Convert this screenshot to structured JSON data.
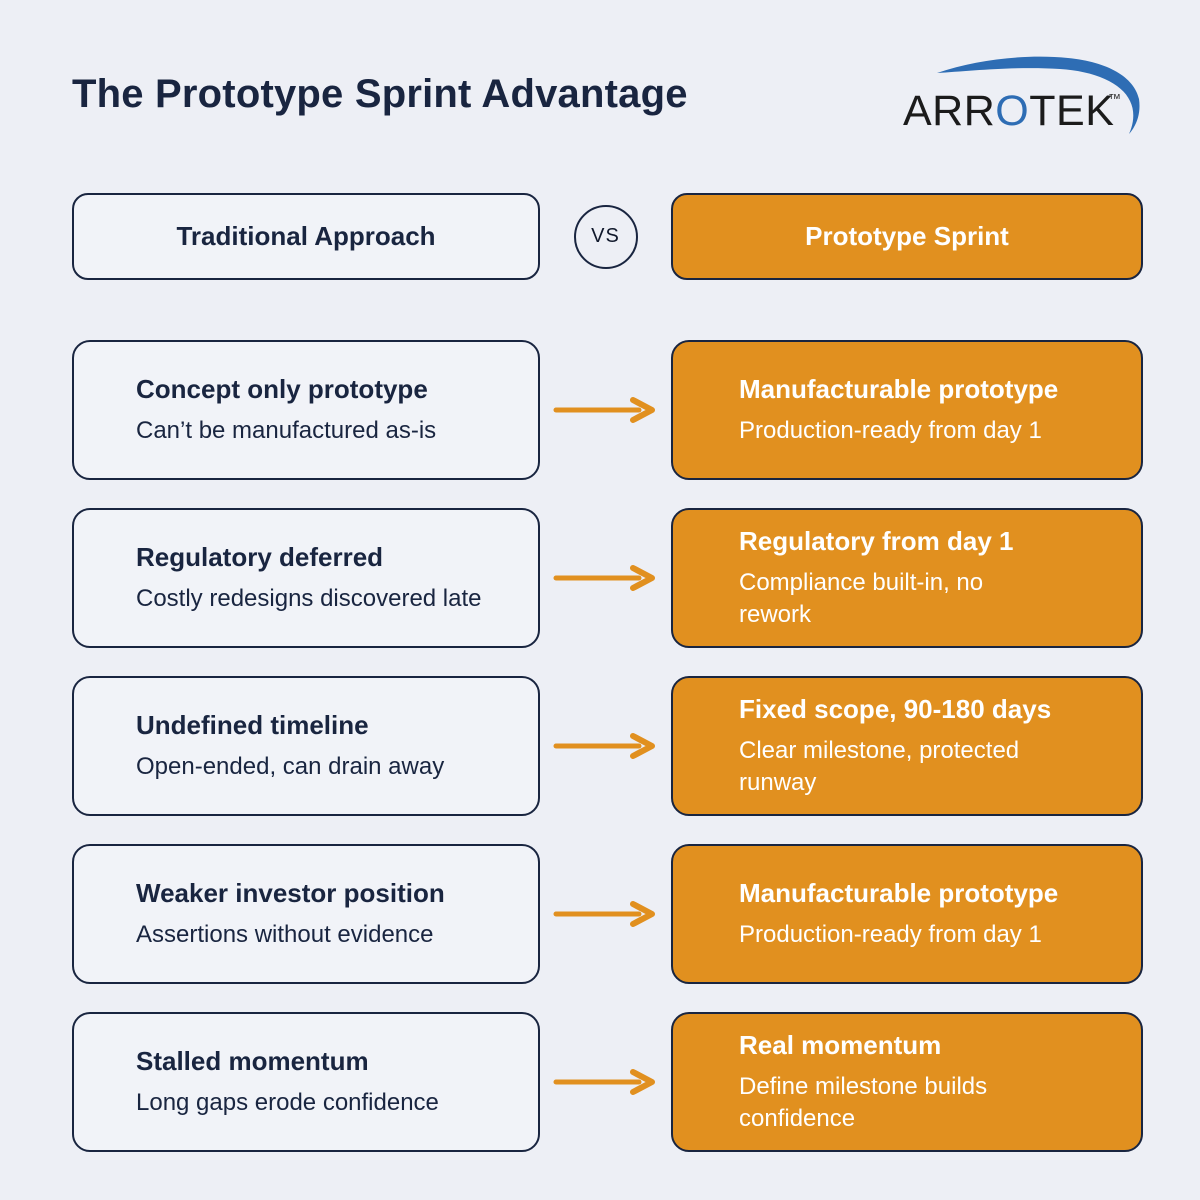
{
  "page": {
    "title": "The Prototype Sprint Advantage"
  },
  "logo": {
    "brand_prefix": "ARR",
    "brand_o": "O",
    "brand_suffix": "TEK",
    "trademark": "™"
  },
  "header": {
    "left_label": "Traditional Approach",
    "vs_label": "VS",
    "right_label": "Prototype Sprint"
  },
  "colors": {
    "background": "#edeff5",
    "card_bg": "#f1f3f8",
    "navy": "#192540",
    "orange": "#e1901f",
    "white": "#ffffff",
    "logo_blue": "#2e6db4",
    "logo_black": "#1b1b1b"
  },
  "rows": [
    {
      "left": {
        "title": "Concept only prototype",
        "desc": "Can’t be manufactured as-is"
      },
      "right": {
        "title": "Manufacturable prototype",
        "desc": "Production-ready from day 1"
      }
    },
    {
      "left": {
        "title": "Regulatory deferred",
        "desc": "Costly redesigns discovered late"
      },
      "right": {
        "title": "Regulatory from day 1",
        "desc": "Compliance built-in, no rework"
      }
    },
    {
      "left": {
        "title": "Undefined timeline",
        "desc": "Open-ended, can drain away"
      },
      "right": {
        "title": "Fixed scope, 90-180 days",
        "desc": "Clear milestone, protected runway"
      }
    },
    {
      "left": {
        "title": "Weaker investor position",
        "desc": "Assertions without evidence"
      },
      "right": {
        "title": "Manufacturable prototype",
        "desc": "Production-ready from day 1"
      }
    },
    {
      "left": {
        "title": "Stalled momentum",
        "desc": "Long gaps erode confidence"
      },
      "right": {
        "title": "Real momentum",
        "desc": "Define milestone builds confidence"
      }
    }
  ]
}
